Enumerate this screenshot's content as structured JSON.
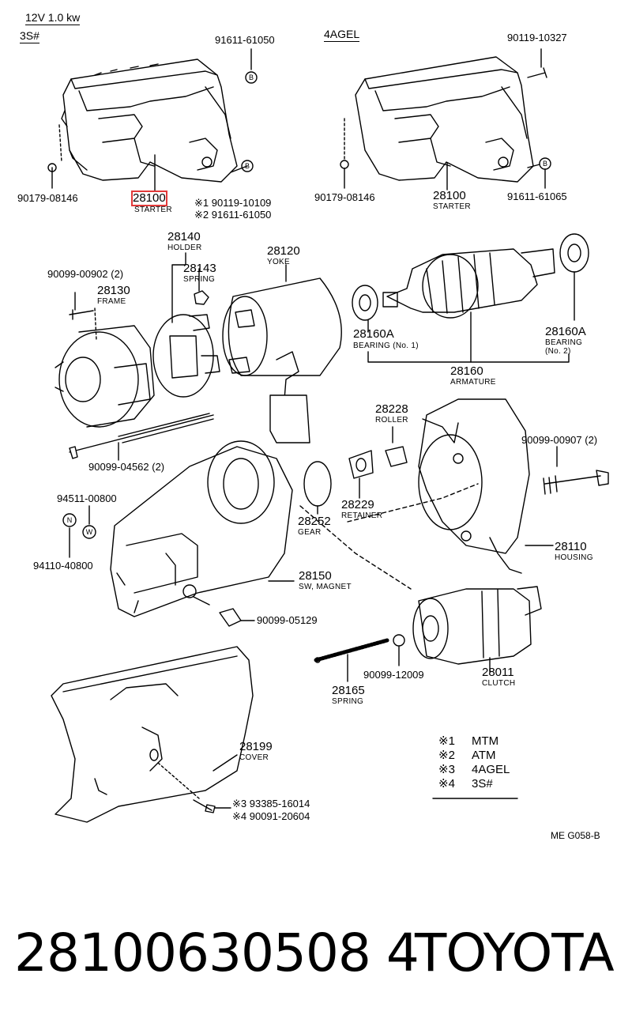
{
  "header": {
    "spec": "12V 1.0 kw",
    "left_variant": "3S#",
    "right_variant": "4AGEL"
  },
  "parts": [
    {
      "id": "p1",
      "number": "91611-61050",
      "name": ""
    },
    {
      "id": "p2",
      "number": "90179-08146",
      "name": ""
    },
    {
      "id": "p3",
      "number": "28100",
      "name": "STARTER"
    },
    {
      "id": "p4",
      "number": "※1 90119-10109",
      "name": ""
    },
    {
      "id": "p5",
      "number": "※2 91611-61050",
      "name": ""
    },
    {
      "id": "p6",
      "number": "90119-10327",
      "name": ""
    },
    {
      "id": "p7",
      "number": "90179-08146",
      "name": ""
    },
    {
      "id": "p8",
      "number": "28100",
      "name": "STARTER"
    },
    {
      "id": "p9",
      "number": "91611-61065",
      "name": ""
    },
    {
      "id": "p10",
      "number": "28140",
      "name": "HOLDER"
    },
    {
      "id": "p11",
      "number": "28143",
      "name": "SPRING"
    },
    {
      "id": "p12",
      "number": "28120",
      "name": "YOKE"
    },
    {
      "id": "p13",
      "number": "90099-00902 (2)",
      "name": ""
    },
    {
      "id": "p14",
      "number": "28130",
      "name": "FRAME"
    },
    {
      "id": "p15",
      "number": "28160A",
      "name": "BEARING (No. 1)"
    },
    {
      "id": "p16",
      "number": "28160A",
      "name": "BEARING (No. 2)"
    },
    {
      "id": "p17",
      "number": "28160",
      "name": "ARMATURE"
    },
    {
      "id": "p18",
      "number": "28228",
      "name": "ROLLER"
    },
    {
      "id": "p19",
      "number": "90099-00907 (2)",
      "name": ""
    },
    {
      "id": "p20",
      "number": "90099-04562 (2)",
      "name": ""
    },
    {
      "id": "p21",
      "number": "94511-00800",
      "name": ""
    },
    {
      "id": "p22",
      "number": "28229",
      "name": "RETAINER"
    },
    {
      "id": "p23",
      "number": "28252",
      "name": "GEAR"
    },
    {
      "id": "p24",
      "number": "28110",
      "name": "HOUSING"
    },
    {
      "id": "p25",
      "number": "94110-40800",
      "name": ""
    },
    {
      "id": "p26",
      "number": "28150",
      "name": "SW, MAGNET"
    },
    {
      "id": "p27",
      "number": "90099-05129",
      "name": ""
    },
    {
      "id": "p28",
      "number": "90099-12009",
      "name": ""
    },
    {
      "id": "p29",
      "number": "28165",
      "name": "SPRING"
    },
    {
      "id": "p30",
      "number": "28011",
      "name": "CLUTCH"
    },
    {
      "id": "p31",
      "number": "28199",
      "name": "COVER"
    },
    {
      "id": "p32",
      "number": "※3 93385-16014",
      "name": ""
    },
    {
      "id": "p33",
      "number": "※4 90091-20604",
      "name": ""
    }
  ],
  "markers": {
    "b": "B",
    "n": "N",
    "w": "W"
  },
  "legend": [
    {
      "mark": "※1",
      "text": "MTM"
    },
    {
      "mark": "※2",
      "text": "ATM"
    },
    {
      "mark": "※3",
      "text": "4AGEL"
    },
    {
      "mark": "※4",
      "text": "3S#"
    }
  ],
  "diagram_code": "ME G058-B",
  "footer": {
    "part_number": "28100630508 4",
    "brand": "TOYOTA"
  },
  "colors": {
    "highlight": "#e23a3a",
    "ink": "#000000",
    "background": "#ffffff"
  }
}
